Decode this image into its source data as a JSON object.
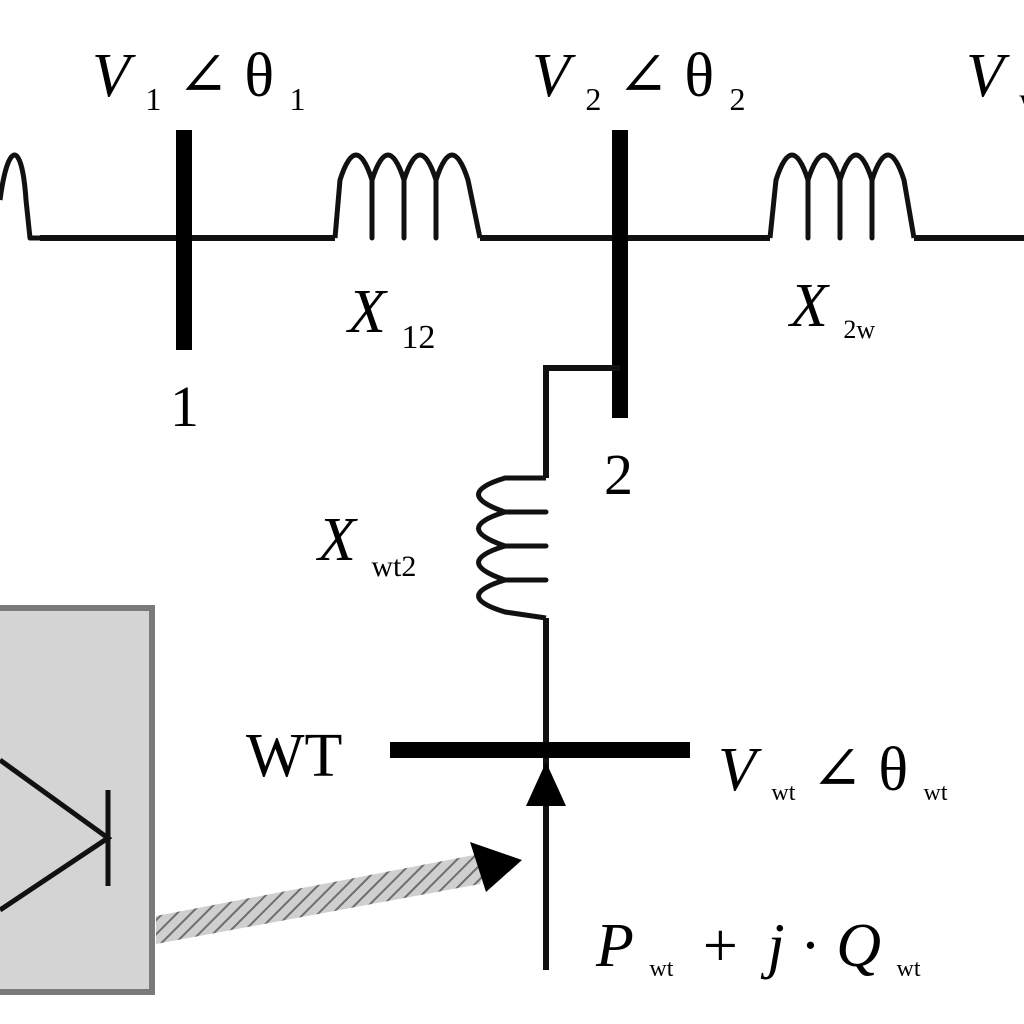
{
  "buses": {
    "bus1": {
      "number": "1",
      "voltage": "V",
      "sub": "1",
      "angle_sym": "∠",
      "theta": "θ",
      "theta_sub": "1"
    },
    "bus2": {
      "number": "2",
      "voltage": "V",
      "sub": "2",
      "angle_sym": "∠",
      "theta": "θ",
      "theta_sub": "2"
    },
    "bus3": {
      "voltage": "V",
      "sub": "w"
    },
    "wt": {
      "name": "WT",
      "voltage": "V",
      "sub": "wt",
      "angle_sym": "∠",
      "theta": "θ",
      "theta_sub": "wt"
    }
  },
  "reactances": {
    "x12": {
      "symbol": "X",
      "sub": "12"
    },
    "x2w": {
      "symbol": "X",
      "sub": "2w"
    },
    "xwt2": {
      "symbol": "X",
      "sub": "wt2"
    }
  },
  "injection": {
    "p": "P",
    "p_sub": "wt",
    "plus": "+",
    "j": "j",
    "dot": "·",
    "q": "Q",
    "q_sub": "wt"
  },
  "colors": {
    "wire": "#111111",
    "generator_fill": "#d4d4d4",
    "generator_border": "#7a7a7a",
    "arrow_shaft": "#8a8a8a"
  }
}
